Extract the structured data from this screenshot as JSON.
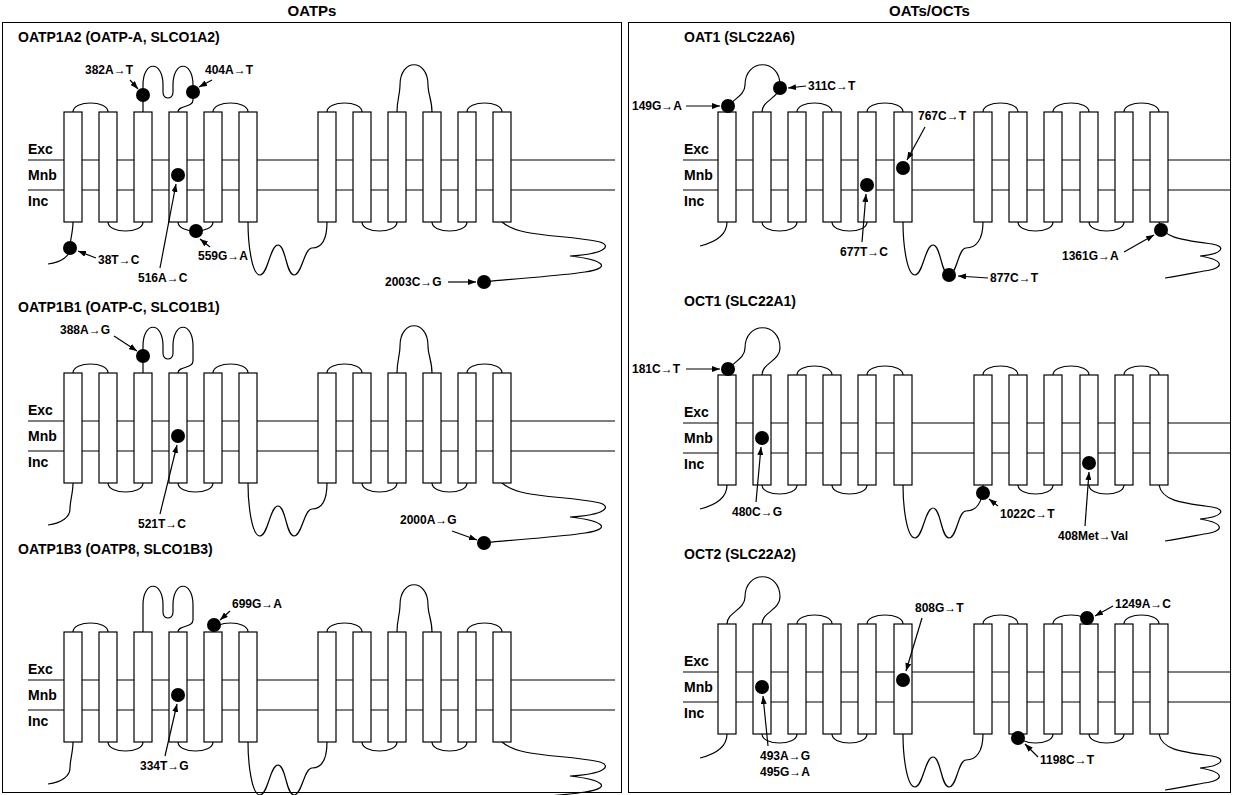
{
  "diagram": {
    "nodes": [
      {
        "text": [
          "OATPs"
        ]
      },
      {
        "text": [
          "OATs/OCTs"
        ]
      }
    ],
    "labels": [
      "OATP1A2 (OATP-A, SLCO1A2)",
      "Exc",
      "Mnb",
      "Inc",
      "382A→T",
      "404A→T",
      "516A→C",
      "559G→A",
      "38T→C",
      "2003C→G",
      "OATP1B1 (OATP-C, SLCO1B1)",
      "Exc",
      "Mnb",
      "Inc",
      "388A→G",
      "521T→C",
      "2000A→G",
      "OATP1B3 (OATP8, SLCO1B3)",
      "Exc",
      "Mnb",
      "Inc",
      "699G→A",
      "334T→G",
      "OAT1 (SLC22A6)",
      "Exc",
      "Mnb",
      "Inc",
      "149G→A",
      "311C→T",
      "767C→T",
      "677T→C",
      "877C→T",
      "1361G→A",
      "OCT1 (SLC22A1)",
      "Exc",
      "Mnb",
      "Inc",
      "181C→T",
      "480C→G",
      "1022C→T",
      "408Met→Val",
      "OCT2 (SLC22A2)",
      "Exc",
      "Mnb",
      "Inc",
      "808G→T",
      "493A→G",
      "495G→A",
      "1249A→C",
      "1198C→T"
    ]
  }
}
